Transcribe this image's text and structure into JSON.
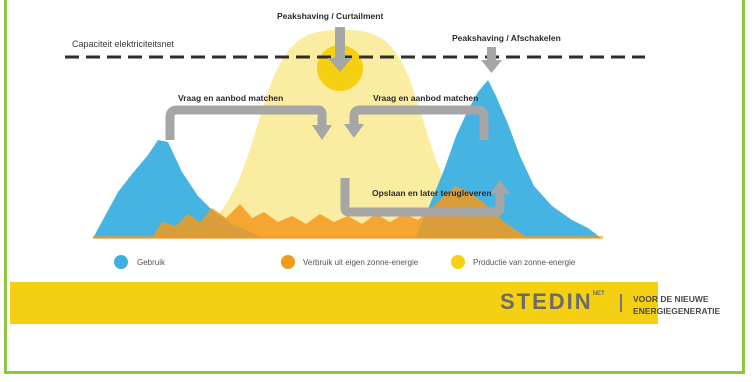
{
  "labels": {
    "grid_capacity": "Capaciteit elektriciteitsnet",
    "peak_curtailment": "Peakshaving / Curtailment",
    "peak_disconnect": "Peakshaving / Afschakelen",
    "match_left": "Vraag en aanbod matchen",
    "match_right": "Vraag en aanbod matchen",
    "store_later": "Opslaan en later terugleveren"
  },
  "legend": [
    {
      "label": "Gebruik",
      "color": "#3cb0e0"
    },
    {
      "label": "Verbruik uit eigen zonne-energie",
      "color": "#f39a1e"
    },
    {
      "label": "Productie van zonne-energie",
      "color": "#f5d20f"
    }
  ],
  "brand": {
    "logo": "STEDIN",
    "logo_mark": "NET",
    "tagline_line1": "VOOR DE NIEUWE",
    "tagline_line2": "ENERGIEGENERATIE"
  },
  "colors": {
    "usage": "#3cb0e0",
    "self_consumption": "#f39a1e",
    "solar_production": "#f9e98f",
    "sun": "#f5cf12",
    "arrow": "#a6a6a6",
    "bar": "#f5cf12",
    "frame": "#8dc63f"
  }
}
